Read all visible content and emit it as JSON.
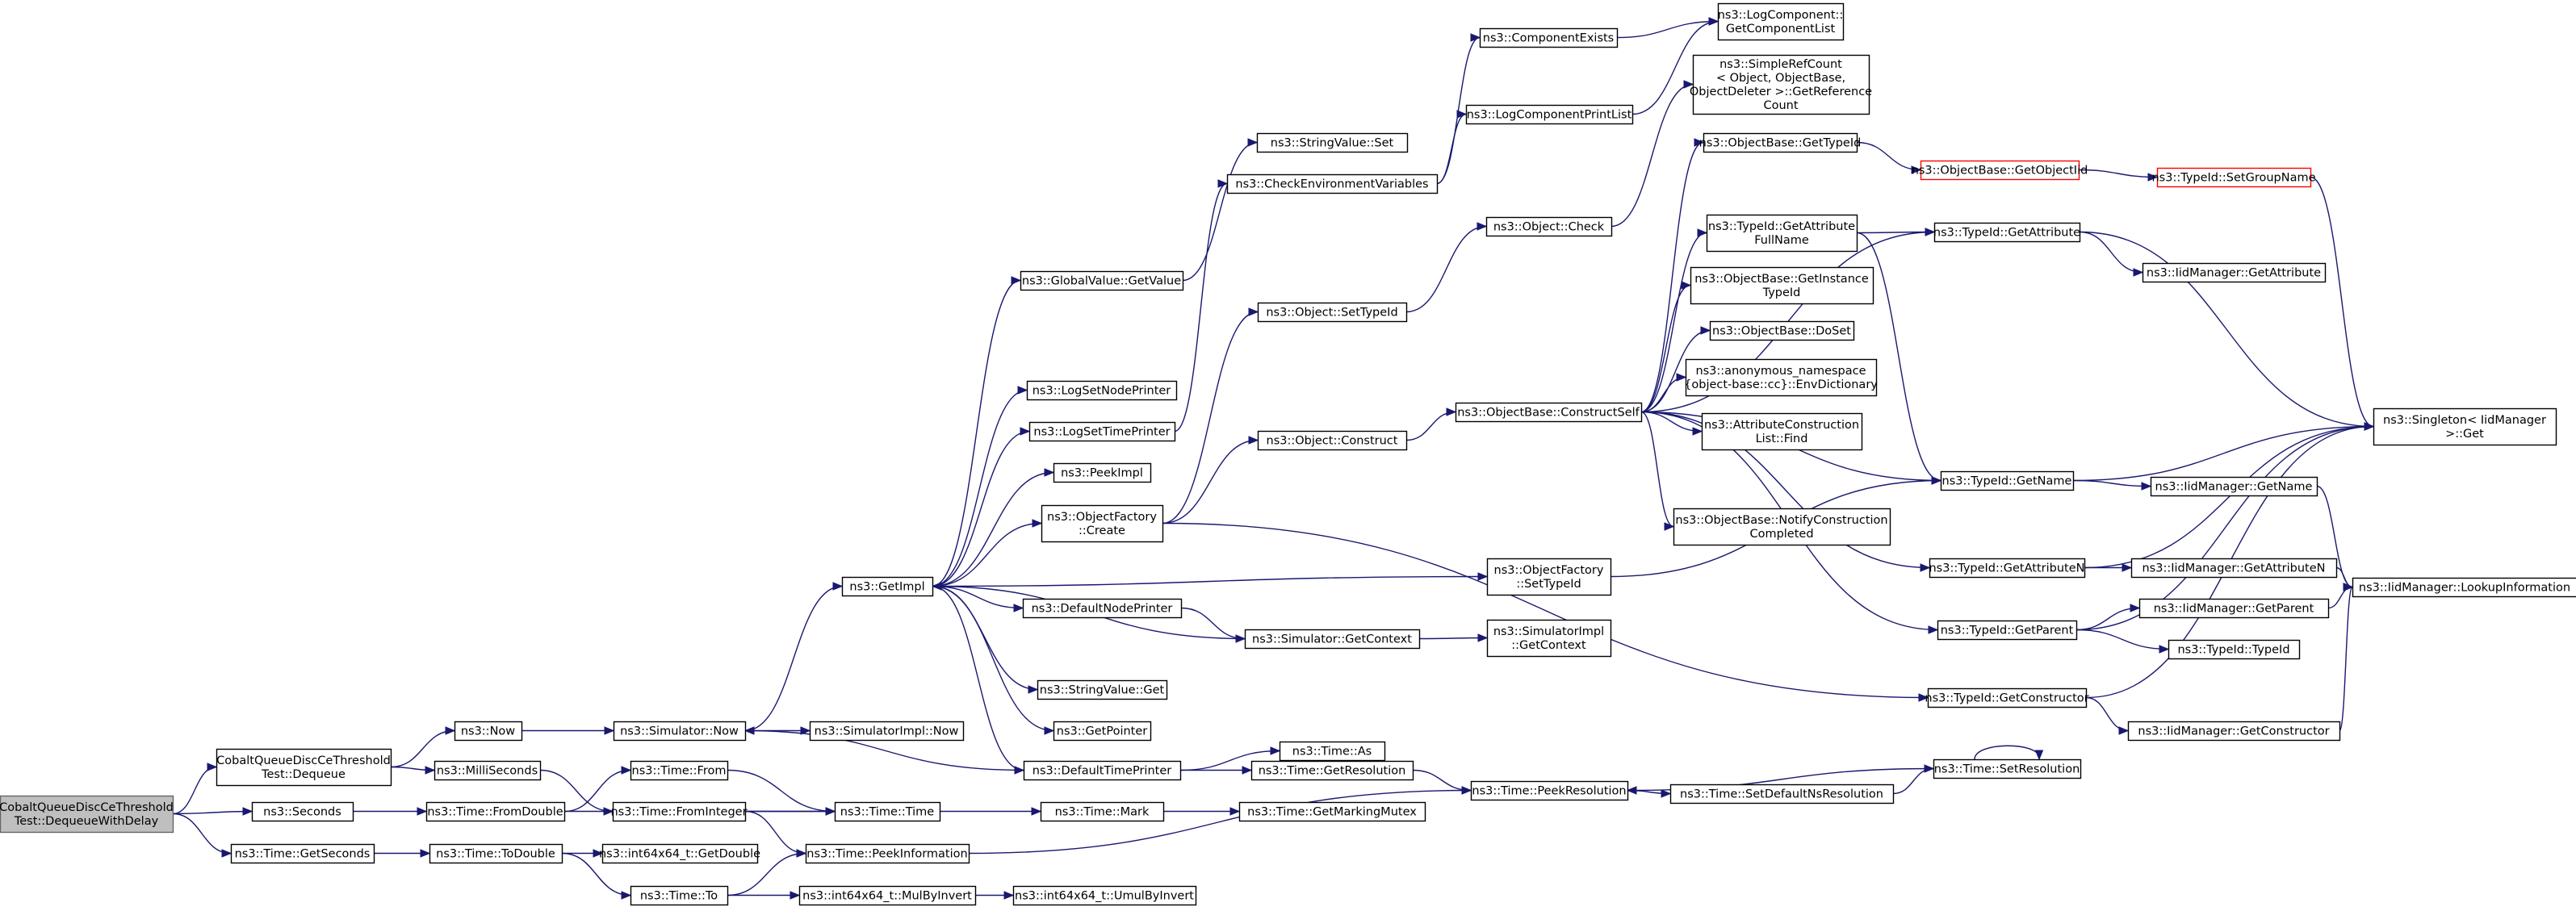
{
  "graph": {
    "nodes": {
      "n_root": {
        "lines": [
          "CobaltQueueDiscCeThreshold",
          "Test::DequeueWithDelay"
        ]
      },
      "n_dequeue": {
        "lines": [
          "CobaltQueueDiscCeThreshold",
          "Test::Dequeue"
        ]
      },
      "n_seconds": {
        "lines": [
          "ns3::Seconds"
        ]
      },
      "n_timegetseconds": {
        "lines": [
          "ns3::Time::GetSeconds"
        ]
      },
      "n_now": {
        "lines": [
          "ns3::Now"
        ]
      },
      "n_milliseconds": {
        "lines": [
          "ns3::MilliSeconds"
        ]
      },
      "n_fromdouble": {
        "lines": [
          "ns3::Time::FromDouble"
        ]
      },
      "n_todouble": {
        "lines": [
          "ns3::Time::ToDouble"
        ]
      },
      "n_timeto": {
        "lines": [
          "ns3::Time::To"
        ]
      },
      "n_simnow": {
        "lines": [
          "ns3::Simulator::Now"
        ]
      },
      "n_timefrom": {
        "lines": [
          "ns3::Time::From"
        ]
      },
      "n_frominteger": {
        "lines": [
          "ns3::Time::FromInteger"
        ]
      },
      "n_getdouble": {
        "lines": [
          "ns3::int64x64_t::GetDouble"
        ]
      },
      "n_mulbyinvert": {
        "lines": [
          "ns3::int64x64_t::MulByInvert"
        ]
      },
      "n_getimpl": {
        "lines": [
          "ns3::GetImpl"
        ]
      },
      "n_simimplnow": {
        "lines": [
          "ns3::SimulatorImpl::Now"
        ]
      },
      "n_timetime": {
        "lines": [
          "ns3::Time::Time"
        ]
      },
      "n_peekinfo": {
        "lines": [
          "ns3::Time::PeekInformation"
        ]
      },
      "n_umulbyinvert": {
        "lines": [
          "ns3::int64x64_t::UmulByInvert"
        ]
      },
      "n_gvgetvalue": {
        "lines": [
          "ns3::GlobalValue::GetValue"
        ]
      },
      "n_logsetnode": {
        "lines": [
          "ns3::LogSetNodePrinter"
        ]
      },
      "n_logsettime": {
        "lines": [
          "ns3::LogSetTimePrinter"
        ]
      },
      "n_peekimpl": {
        "lines": [
          "ns3::PeekImpl"
        ]
      },
      "n_ofcreate": {
        "lines": [
          "ns3::ObjectFactory",
          "::Create"
        ]
      },
      "n_defnodeprinter": {
        "lines": [
          "ns3::DefaultNodePrinter"
        ]
      },
      "n_svget": {
        "lines": [
          "ns3::StringValue::Get"
        ]
      },
      "n_getpointer": {
        "lines": [
          "ns3::GetPointer"
        ]
      },
      "n_deftimeprinter": {
        "lines": [
          "ns3::DefaultTimePrinter"
        ]
      },
      "n_timemark": {
        "lines": [
          "ns3::Time::Mark"
        ]
      },
      "n_svset": {
        "lines": [
          "ns3::StringValue::Set"
        ]
      },
      "n_checkenv": {
        "lines": [
          "ns3::CheckEnvironmentVariables"
        ]
      },
      "n_objsettypeid": {
        "lines": [
          "ns3::Object::SetTypeId"
        ]
      },
      "n_objconstruct": {
        "lines": [
          "ns3::Object::Construct"
        ]
      },
      "n_simgetcontext": {
        "lines": [
          "ns3::Simulator::GetContext"
        ]
      },
      "n_timeas": {
        "lines": [
          "ns3::Time::As"
        ]
      },
      "n_getresolution": {
        "lines": [
          "ns3::Time::GetResolution"
        ]
      },
      "n_getmarkingmutex": {
        "lines": [
          "ns3::Time::GetMarkingMutex"
        ]
      },
      "n_compexists": {
        "lines": [
          "ns3::ComponentExists"
        ]
      },
      "n_logcompprint": {
        "lines": [
          "ns3::LogComponentPrintList"
        ]
      },
      "n_objcheck": {
        "lines": [
          "ns3::Object::Check"
        ]
      },
      "n_obconstructself": {
        "lines": [
          "ns3::ObjectBase::ConstructSelf"
        ]
      },
      "n_ofsettypeid": {
        "lines": [
          "ns3::ObjectFactory",
          "::SetTypeId"
        ]
      },
      "n_simimplgetctx": {
        "lines": [
          "ns3::SimulatorImpl",
          "::GetContext"
        ]
      },
      "n_peekres": {
        "lines": [
          "ns3::Time::PeekResolution"
        ]
      },
      "n_logcompgetlist": {
        "lines": [
          "ns3::LogComponent::",
          "GetComponentList"
        ]
      },
      "n_simplerefcount": {
        "lines": [
          "ns3::SimpleRefCount",
          "< Object, ObjectBase,",
          "ObjectDeleter >::GetReference",
          "Count"
        ]
      },
      "n_obgettypeid": {
        "lines": [
          "ns3::ObjectBase::GetTypeId"
        ]
      },
      "n_tidgetattrfull": {
        "lines": [
          "ns3::TypeId::GetAttribute",
          "FullName"
        ]
      },
      "n_obgetinstance": {
        "lines": [
          "ns3::ObjectBase::GetInstance",
          "TypeId"
        ]
      },
      "n_obdoset": {
        "lines": [
          "ns3::ObjectBase::DoSet"
        ]
      },
      "n_anonenvdict": {
        "lines": [
          "ns3::anonymous_namespace",
          "{object-base::cc}::EnvDictionary"
        ]
      },
      "n_attrconstrfind": {
        "lines": [
          "ns3::AttributeConstruction",
          "List::Find"
        ]
      },
      "n_obnotify": {
        "lines": [
          "ns3::ObjectBase::NotifyConstruction",
          "Completed"
        ]
      },
      "n_setdefaultns": {
        "lines": [
          "ns3::Time::SetDefaultNsResolution"
        ]
      },
      "n_obgetobjectiid": {
        "lines": [
          "ns3::ObjectBase::GetObjectIid"
        ]
      },
      "n_tidgetattr": {
        "lines": [
          "ns3::TypeId::GetAttribute"
        ]
      },
      "n_tidgetname": {
        "lines": [
          "ns3::TypeId::GetName"
        ]
      },
      "n_tidgetattrn": {
        "lines": [
          "ns3::TypeId::GetAttributeN"
        ]
      },
      "n_tidgetparent": {
        "lines": [
          "ns3::TypeId::GetParent"
        ]
      },
      "n_tidgetconstructor": {
        "lines": [
          "ns3::TypeId::GetConstructor"
        ]
      },
      "n_setresolution": {
        "lines": [
          "ns3::Time::SetResolution"
        ]
      },
      "n_tidsetgroupname": {
        "lines": [
          "ns3::TypeId::SetGroupName"
        ]
      },
      "n_iidgetattr": {
        "lines": [
          "ns3::IidManager::GetAttribute"
        ]
      },
      "n_iidgetname": {
        "lines": [
          "ns3::IidManager::GetName"
        ]
      },
      "n_iidgetattrn": {
        "lines": [
          "ns3::IidManager::GetAttributeN"
        ]
      },
      "n_iidgetparent": {
        "lines": [
          "ns3::IidManager::GetParent"
        ]
      },
      "n_tidtypeid": {
        "lines": [
          "ns3::TypeId::TypeId"
        ]
      },
      "n_iidgetconstructor": {
        "lines": [
          "ns3::IidManager::GetConstructor"
        ]
      },
      "n_singletonget": {
        "lines": [
          "ns3::Singleton< IidManager",
          ">::Get"
        ]
      },
      "n_iidlookup": {
        "lines": [
          "ns3::IidManager::LookupInformation"
        ]
      }
    }
  }
}
